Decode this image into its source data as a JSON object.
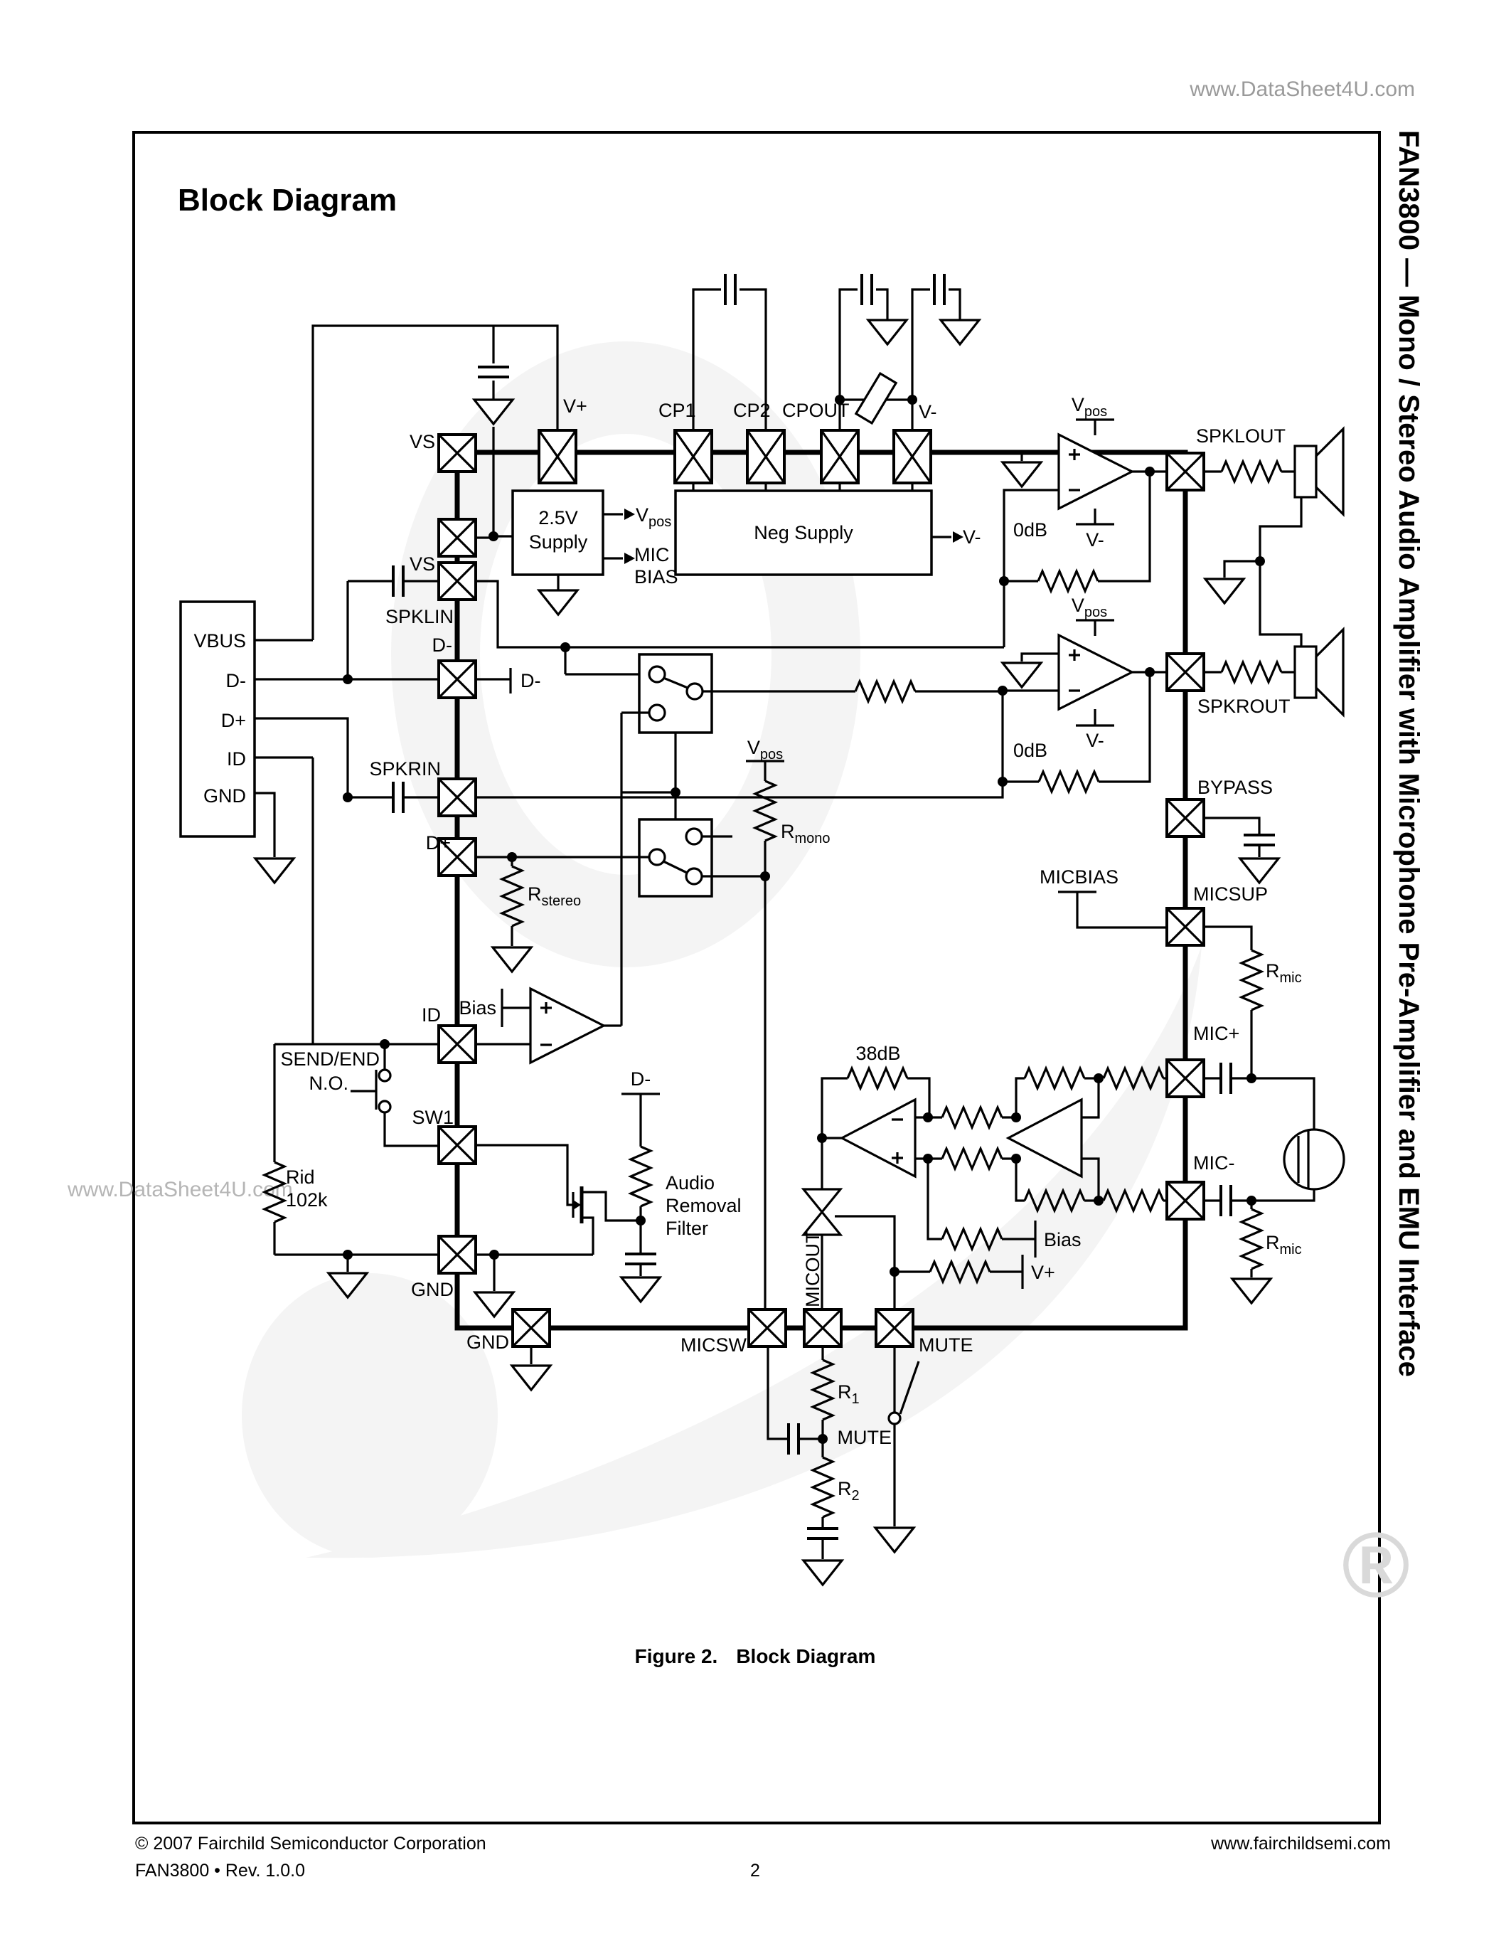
{
  "header": {
    "watermark": "www.DataSheet4U.com"
  },
  "sidebar": {
    "title": "FAN3800 — Mono / Stereo Audio Amplifier with Microphone Pre-Amplifier and EMU Interface"
  },
  "page": {
    "title": "Block Diagram",
    "caption_fig": "Figure 2.",
    "caption_txt": "Block Diagram"
  },
  "watermarks": {
    "left_url": "www.DataSheet4U.com",
    "registered": "®"
  },
  "footer": {
    "copyright": "© 2007 Fairchild Semiconductor Corporation",
    "docline": "FAN3800 • Rev. 1.0.0",
    "page_number": "2",
    "website": "www.fairchildsemi.com"
  },
  "d": {
    "vplus": "V+",
    "vminus": "V-",
    "cp1": "CP1",
    "cp2": "CP2",
    "cpout": "CPOUT",
    "vs": "VS",
    "supply_l1": "2.5V",
    "supply_l2": "Supply",
    "negsupply": "Neg Supply",
    "vpos_m": "V",
    "vpos_s": "pos",
    "mic_l1": "MIC",
    "mic_l2": "BIAS",
    "spklout": "SPKLOUT",
    "spkrout": "SPKROUT",
    "zdb": "0dB",
    "bypass": "BYPASS",
    "micsup": "MICSUP",
    "micbias": "MICBIAS",
    "micplus": "MIC+",
    "micminus": "MIC-",
    "rmic_m": "R",
    "rmic_s": "mic",
    "spklin": "SPKLIN",
    "spkrin": "SPKRIN",
    "dminus": "D-",
    "dplus": "D+",
    "vbus": "VBUS",
    "id": "ID",
    "gnd": "GND",
    "bias": "Bias",
    "sendend": "SEND/END",
    "no": "N.O.",
    "sw1": "SW1",
    "rid": "Rid",
    "ridval": "102k",
    "audio1": "Audio",
    "audio2": "Removal",
    "audio3": "Filter",
    "rstereo_m": "R",
    "rstereo_s": "stereo",
    "rmono_m": "R",
    "rmono_s": "mono",
    "db38": "38dB",
    "micsw": "MICSW",
    "micout": "MICOUT",
    "mute": "MUTE",
    "r1_m": "R",
    "r1_s": "1",
    "r2_m": "R",
    "r2_s": "2"
  }
}
